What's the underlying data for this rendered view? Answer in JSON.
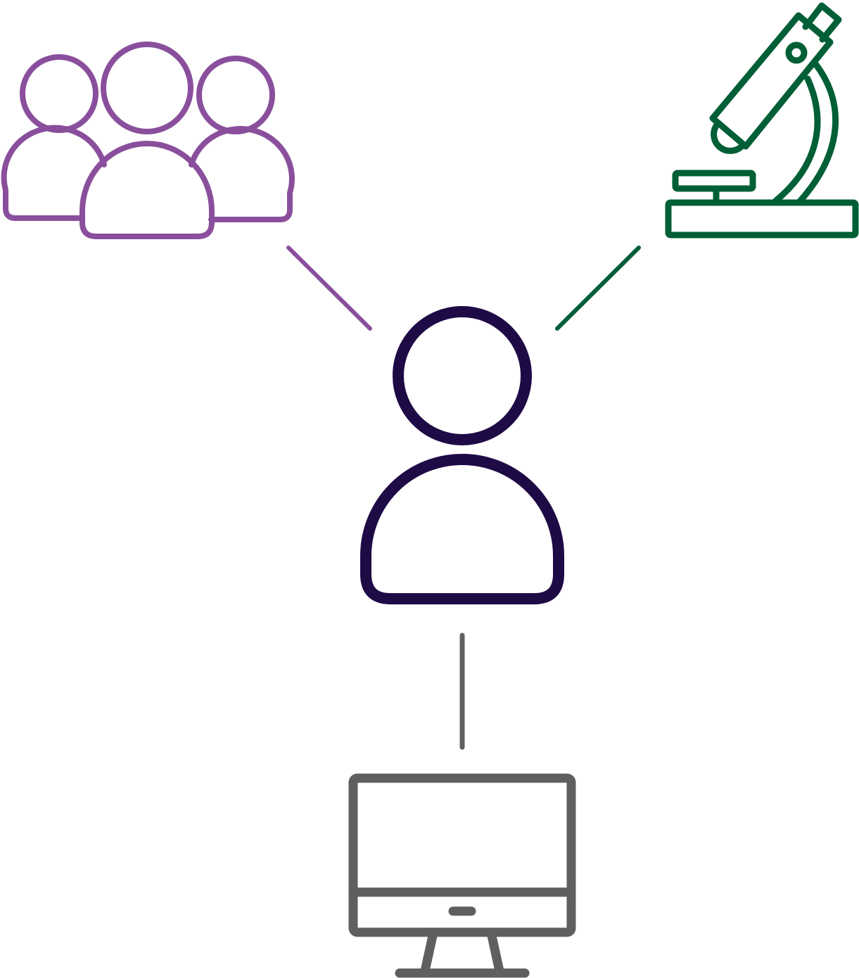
{
  "diagram": {
    "nodes": [
      {
        "id": "group",
        "icon": "group-of-people-icon",
        "color": "#8A4F9C"
      },
      {
        "id": "microscope",
        "icon": "microscope-icon",
        "color": "#005F36"
      },
      {
        "id": "person",
        "icon": "person-icon",
        "color": "#1E0A45"
      },
      {
        "id": "computer",
        "icon": "desktop-computer-icon",
        "color": "#5F5F5F"
      }
    ],
    "edges": [
      {
        "from": "person",
        "to": "group",
        "color": "#8A4F9C"
      },
      {
        "from": "person",
        "to": "microscope",
        "color": "#005F36"
      },
      {
        "from": "person",
        "to": "computer",
        "color": "#5F5F5F"
      }
    ]
  }
}
